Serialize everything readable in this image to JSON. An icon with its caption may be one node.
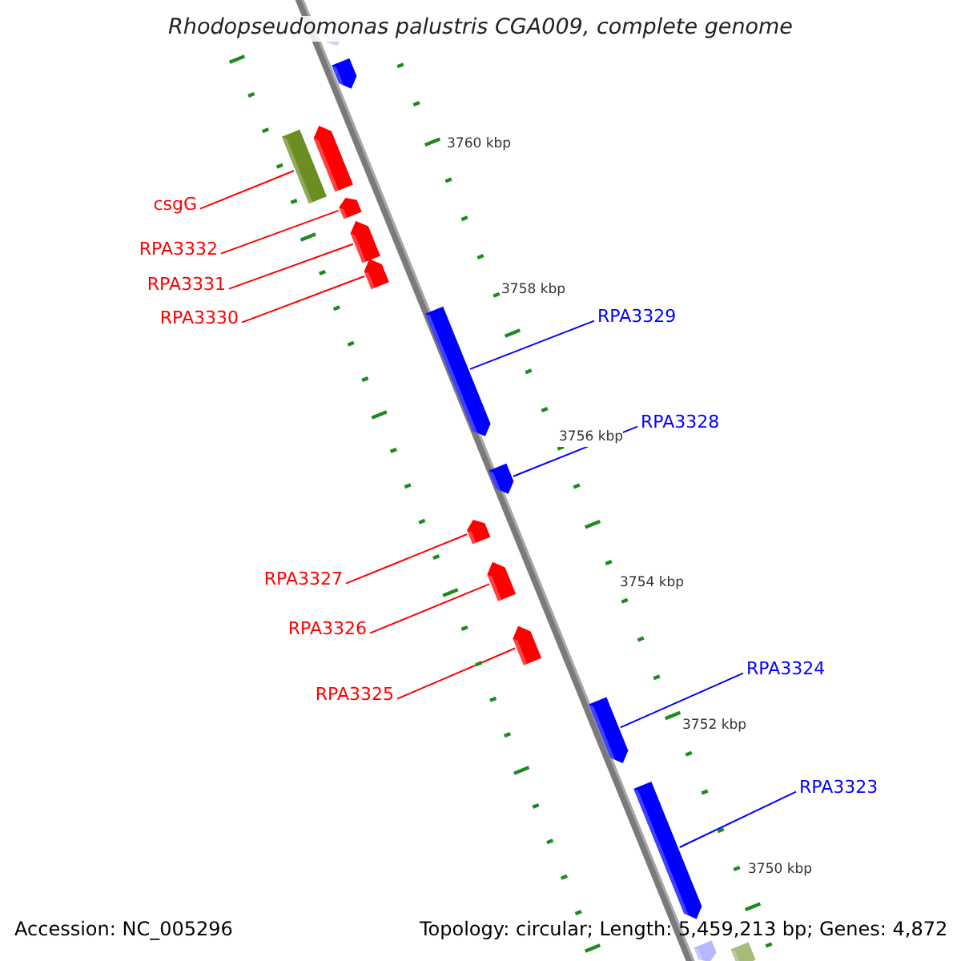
{
  "diagram": {
    "title": "Rhodopseudomonas palustris CGA009, complete genome",
    "nodes": [
      {
        "text": [
          "csgG"
        ]
      },
      {
        "text": [
          "RPA3332"
        ]
      },
      {
        "text": [
          "RPA3331"
        ]
      },
      {
        "text": [
          "RPA3329"
        ]
      },
      {
        "text": [
          "RPA3330"
        ]
      },
      {
        "text": [
          "RPA3328"
        ]
      },
      {
        "text": [
          "RPA3327"
        ]
      },
      {
        "text": [
          "RPA3326"
        ]
      },
      {
        "text": [
          "RPA3324"
        ]
      },
      {
        "text": [
          "RPA3325"
        ]
      },
      {
        "text": [
          "RPA3323"
        ]
      },
      {
        "text": [],
        "shape": "arrow"
      },
      {
        "text": [],
        "shape": "arrow"
      },
      {
        "text": [],
        "shape": "arrow"
      },
      {
        "text": [],
        "shape": "box"
      },
      {
        "text": [],
        "shape": "arrow"
      },
      {
        "text": [],
        "shape": "arrow"
      },
      {
        "text": [],
        "shape": "arrow"
      },
      {
        "text": [],
        "shape": "arrow"
      },
      {
        "text": [],
        "shape": "arrow"
      },
      {
        "text": [],
        "shape": "arrow"
      },
      {
        "text": [],
        "shape": "arrow"
      },
      {
        "text": [],
        "shape": "arrow"
      },
      {
        "text": [],
        "shape": "arrow"
      },
      {
        "text": [],
        "shape": "arrow"
      },
      {
        "text": [],
        "shape": "arrow"
      },
      {
        "text": [],
        "shape": "box"
      }
    ],
    "edges": [
      {
        "from": 0,
        "to": 14,
        "arrow": "none"
      },
      {
        "from": 1,
        "to": 15,
        "arrow": "none"
      },
      {
        "from": 2,
        "to": 16,
        "arrow": "none"
      },
      {
        "from": 3,
        "to": 18,
        "arrow": "none",
        "color": "#0000ff"
      },
      {
        "from": 4,
        "to": 17,
        "arrow": "none"
      },
      {
        "from": 5,
        "to": 19,
        "arrow": "none",
        "color": "#0000ff"
      },
      {
        "from": 6,
        "to": 20,
        "arrow": "none"
      },
      {
        "from": 7,
        "to": 21,
        "arrow": "none"
      },
      {
        "from": 8,
        "to": 23,
        "arrow": "none",
        "color": "#0000ff"
      },
      {
        "from": 9,
        "to": 22,
        "arrow": "none"
      },
      {
        "from": 10,
        "to": 24,
        "arrow": "none",
        "color": "#0000ff"
      }
    ],
    "labels": [
      "3760 kbp",
      "3758 kbp",
      "3756 kbp",
      "3754 kbp",
      "3752 kbp",
      "3750 kbp",
      "Accession: NC_005296",
      "Topology: circular; Length: 5,459,213 bp; Genes: 4,872"
    ]
  }
}
